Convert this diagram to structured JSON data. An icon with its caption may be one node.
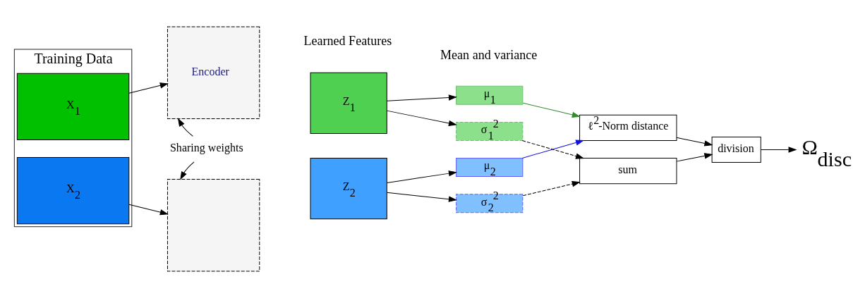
{
  "diagram": {
    "nodes": [
      {
        "text": [
          "Training Data"
        ]
      },
      {
        "text": [
          "X$_{1}$"
        ],
        "in": 0
      },
      {
        "text": [
          "X$_{2}$"
        ],
        "in": 0
      },
      {
        "text": [
          "Encoder"
        ]
      },
      {
        "text": [],
        "shape": "box"
      },
      {
        "text": [
          "Sharing weights"
        ]
      },
      {
        "text": [
          "Z$_{1}$"
        ]
      },
      {
        "text": [
          "Z$_{2}$"
        ]
      },
      {
        "text": [
          "μ$_{1}$"
        ]
      },
      {
        "text": [
          "σ$_{1}$$^{2}$"
        ]
      },
      {
        "text": [
          "μ$_{2}$"
        ]
      },
      {
        "text": [
          "σ$_{2}$$^{2}$"
        ]
      },
      {
        "text": [
          "ℓ$^{2}$-Norm distance"
        ]
      },
      {
        "text": [
          "sum"
        ]
      },
      {
        "text": [
          "division"
        ]
      },
      {
        "text": [
          "Ω$_{disc}$"
        ]
      }
    ],
    "edges": [
      {
        "from": 1,
        "to": 3,
        "arrow": "to"
      },
      {
        "from": 2,
        "to": 4,
        "arrow": "to"
      },
      {
        "from": 5,
        "to": 3,
        "arrow": "to"
      },
      {
        "from": 5,
        "to": 4,
        "arrow": "to"
      },
      {
        "from": 6,
        "to": 8,
        "arrow": "to"
      },
      {
        "from": 6,
        "to": 9,
        "arrow": "to"
      },
      {
        "from": 7,
        "to": 10,
        "arrow": "to"
      },
      {
        "from": 7,
        "to": 11,
        "arrow": "to"
      },
      {
        "from": 8,
        "to": 12,
        "arrow": "to",
        "color": "#2e8b2e"
      },
      {
        "from": 10,
        "to": 12,
        "arrow": "to",
        "color": "#1010e0"
      },
      {
        "from": 9,
        "to": 13,
        "arrow": "to",
        "style": "dashed"
      },
      {
        "from": 11,
        "to": 13,
        "arrow": "to",
        "style": "dashed"
      },
      {
        "from": 12,
        "to": 14,
        "arrow": "to"
      },
      {
        "from": 13,
        "to": 14,
        "arrow": "to"
      },
      {
        "from": 14,
        "to": 15,
        "arrow": "to"
      }
    ],
    "labels": [
      "Learned Features",
      "Mean and variance"
    ]
  }
}
